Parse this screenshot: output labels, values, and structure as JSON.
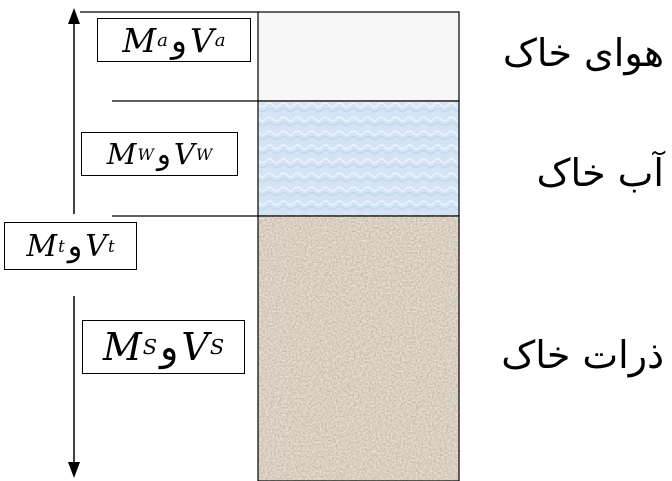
{
  "phases": [
    {
      "id": "air",
      "label": "هوای خاک",
      "mass_symbol": "M",
      "mass_sub": "a",
      "volume_symbol": "V",
      "volume_sub": "a",
      "connector": "و"
    },
    {
      "id": "water",
      "label": "آب خاک",
      "mass_symbol": "M",
      "mass_sub": "W",
      "volume_symbol": "V",
      "volume_sub": "W",
      "connector": "و"
    },
    {
      "id": "solid",
      "label": "ذرات خاک",
      "mass_symbol": "M",
      "mass_sub": "S",
      "volume_symbol": "V",
      "volume_sub": "S",
      "connector": "و"
    }
  ],
  "total": {
    "mass_symbol": "M",
    "mass_sub": "t",
    "volume_symbol": "V",
    "volume_sub": "t",
    "connector": "و"
  },
  "colors": {
    "air_fill": "#f7f7f7",
    "water_fill": "#d4e4f5",
    "solid_fill": "#a08d7a",
    "stroke": "#000000"
  }
}
